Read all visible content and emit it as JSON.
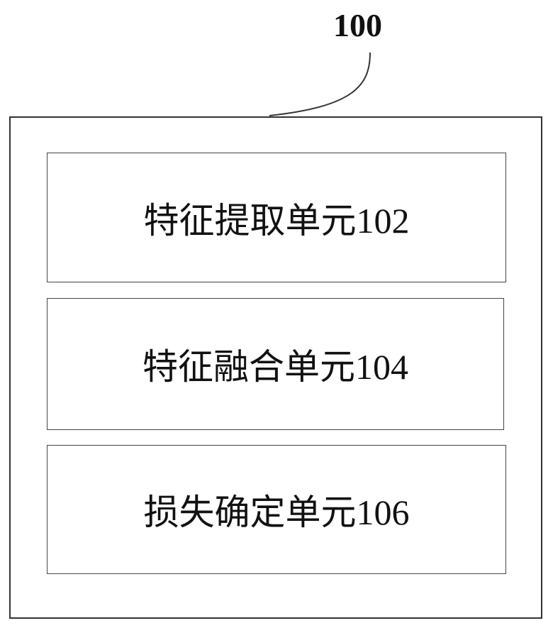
{
  "diagram": {
    "reference_numeral": "100",
    "units": [
      {
        "name": "特征提取单元",
        "number": "102"
      },
      {
        "name": "特征融合单元",
        "number": "104"
      },
      {
        "name": "损失确定单元",
        "number": "106"
      }
    ]
  }
}
